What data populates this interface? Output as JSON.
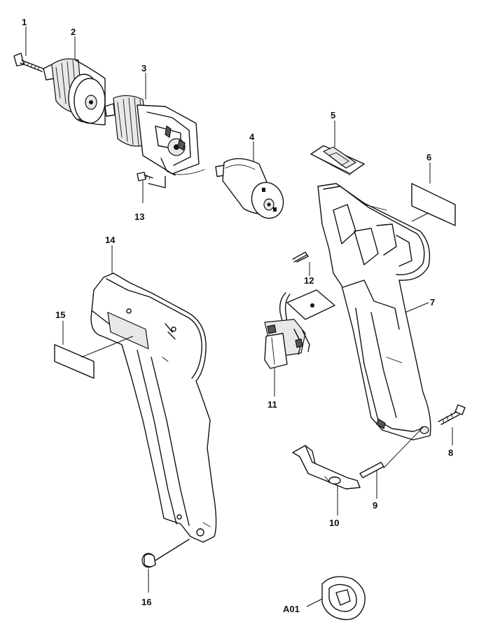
{
  "callouts": {
    "c1": "1",
    "c2": "2",
    "c3": "3",
    "c4": "4",
    "c5": "5",
    "c6": "6",
    "c7": "7",
    "c8": "8",
    "c9": "9",
    "c10": "10",
    "c11": "11",
    "c12": "12",
    "c13": "13",
    "c14": "14",
    "c15": "15",
    "c16": "16",
    "a01": "A01"
  }
}
